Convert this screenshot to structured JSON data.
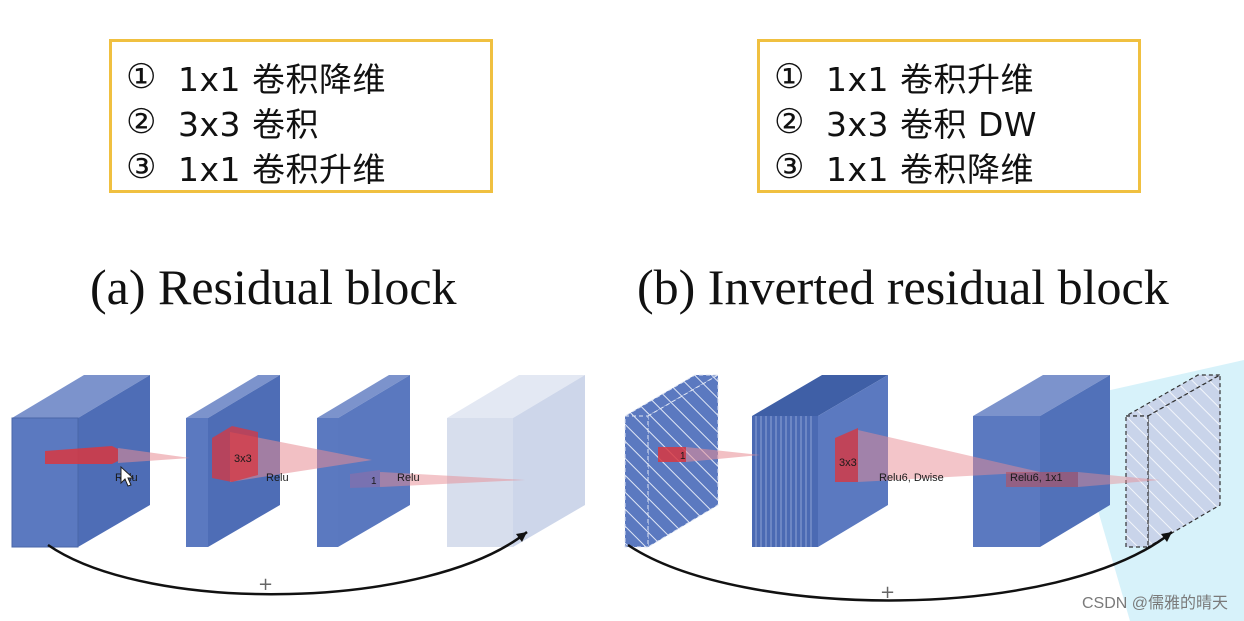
{
  "legend_left": {
    "items": [
      {
        "num": "①",
        "text": "1x1 卷积降维"
      },
      {
        "num": "②",
        "text": "3x3 卷积"
      },
      {
        "num": "③",
        "text": "1x1 卷积升维"
      }
    ]
  },
  "legend_right": {
    "items": [
      {
        "num": "①",
        "text": "1x1 卷积升维"
      },
      {
        "num": "②",
        "text": "3x3 卷积 DW"
      },
      {
        "num": "③",
        "text": "1x1 卷积降维"
      }
    ]
  },
  "captions": {
    "left": "(a) Residual block",
    "right": "(b) Inverted residual block"
  },
  "diagram_labels": {
    "left_relu_1": "Relu",
    "left_3x3": "3x3",
    "left_relu_2": "Relu",
    "left_1": "1",
    "left_relu_3": "Relu",
    "left_plus": "+",
    "right_1": "1",
    "right_3x3": "3x3",
    "right_relu6_dwise": "Relu6, Dwise",
    "right_relu6_1x1": "Relu6, 1x1",
    "right_plus": "+"
  },
  "colors": {
    "legend_border": "#f0c040",
    "block_blue": "#5b79c0",
    "block_pale": "#d7deed",
    "conv_red": "#d9373f",
    "highlight_cyan": "#c6ecf8"
  },
  "watermark": "CSDN @儒雅的晴天"
}
